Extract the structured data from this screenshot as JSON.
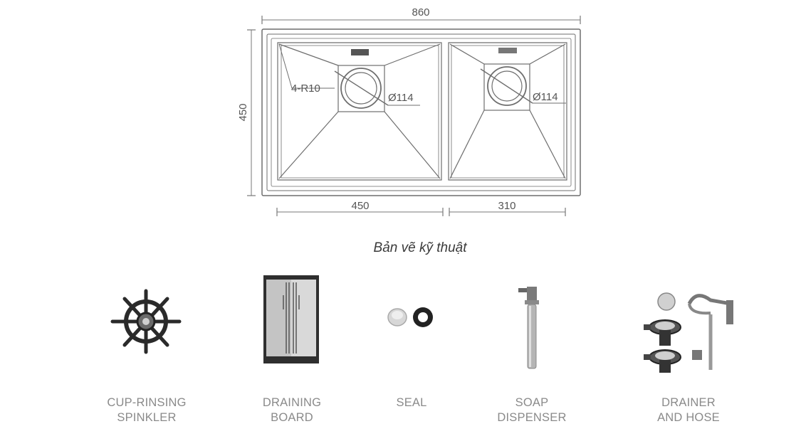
{
  "drawing": {
    "overall_width": "860",
    "overall_height": "450",
    "left_bowl_width": "450",
    "right_bowl_width": "310",
    "corner_radius": "4-R10",
    "left_drain_diameter": "Ø114",
    "right_drain_diameter": "Ø114"
  },
  "caption": "Bản vẽ kỹ thuật",
  "accessories": [
    {
      "line1": "CUP-RINSING",
      "line2": "SPINKLER",
      "icon": "cup-rinsing-sprinkler-icon"
    },
    {
      "line1": "DRAINING",
      "line2": "BOARD",
      "icon": "draining-board-icon"
    },
    {
      "line1": "SEAL",
      "line2": "",
      "icon": "seal-icon"
    },
    {
      "line1": "SOAP",
      "line2": "DISPENSER",
      "icon": "soap-dispenser-icon"
    },
    {
      "line1": "DRAINER",
      "line2": "AND HOSE",
      "icon": "drainer-hose-icon"
    }
  ]
}
